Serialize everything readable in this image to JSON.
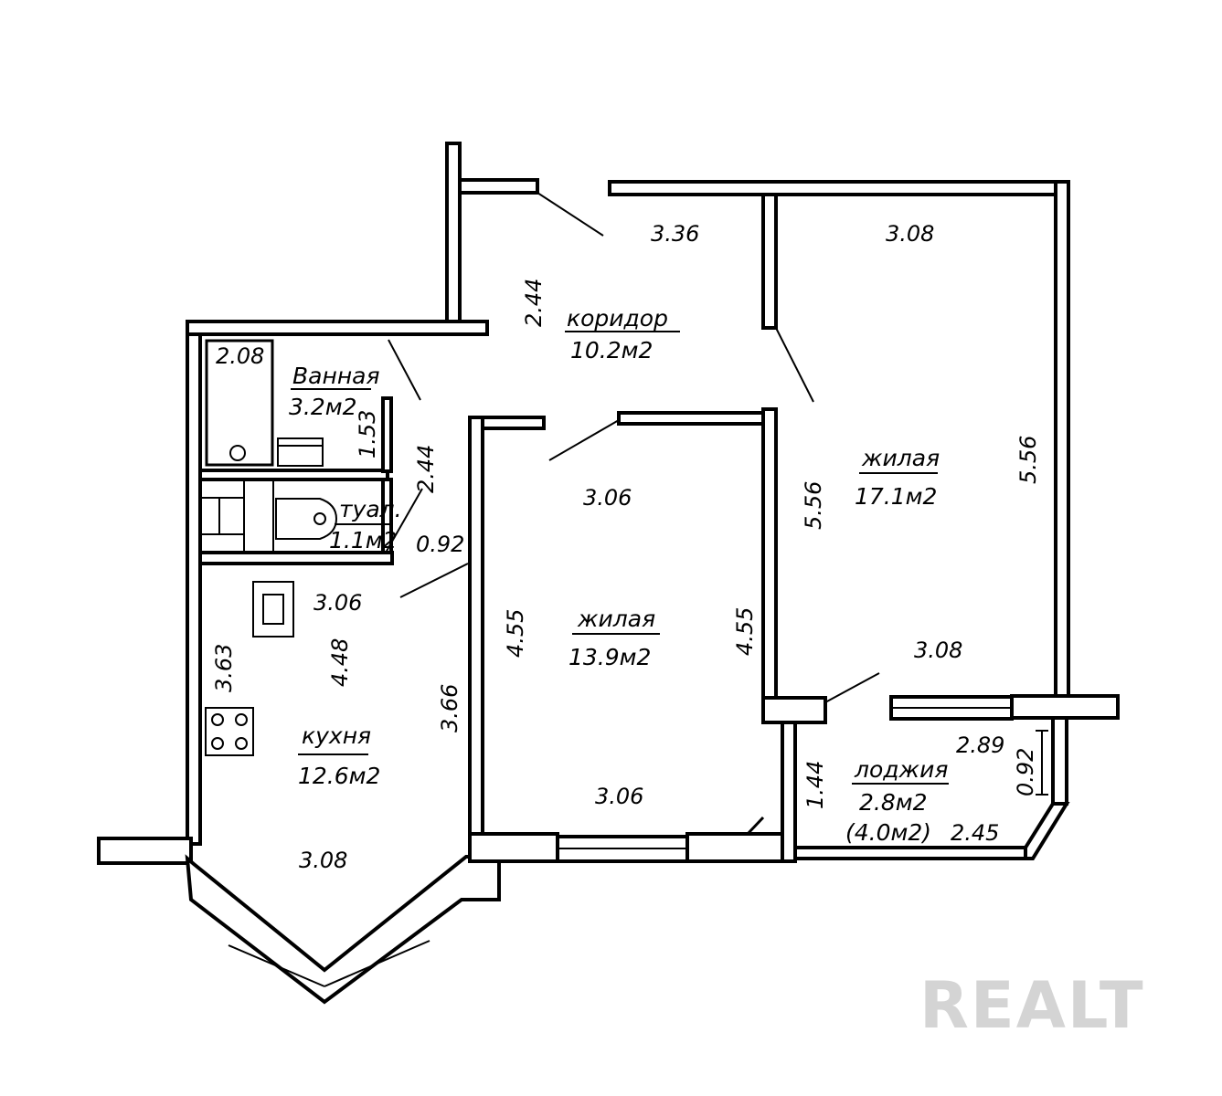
{
  "rooms": {
    "corridor": {
      "name": "коридор",
      "area": "10.2м2"
    },
    "bath": {
      "name": "Ванная",
      "area": "3.2м2"
    },
    "toilet": {
      "name": "туал.",
      "area": "1.1м2"
    },
    "living_left": {
      "name": "жилая",
      "area": "13.9м2"
    },
    "living_right": {
      "name": "жилая",
      "area": "17.1м2"
    },
    "kitchen": {
      "name": "кухня",
      "area": "12.6м2"
    },
    "loggia": {
      "name": "лоджия",
      "area": "2.8м2",
      "area_full": "(4.0м2)"
    }
  },
  "dimensions": {
    "corridor_w": "3.36",
    "corridor_h": "2.44",
    "bath_w": "2.08",
    "bath_h": "1.53",
    "toilet_h": "2.44",
    "toilet_w": "0.92",
    "kitchen_top": "3.06",
    "kitchen_h1": "3.63",
    "kitchen_h2": "4.48",
    "kitchen_h3": "3.66",
    "kitchen_bottom": "3.08",
    "lr_top": "3.06",
    "lr_left": "4.55",
    "lr_right": "4.55",
    "lr_bottom": "3.06",
    "rr_top": "3.08",
    "rr_left": "5.56",
    "rr_right": "5.56",
    "rr_bottom": "3.08",
    "loggia_h": "1.44",
    "loggia_top": "2.89",
    "loggia_side": "0.92",
    "loggia_bottom": "2.45"
  },
  "watermark": "REALT"
}
